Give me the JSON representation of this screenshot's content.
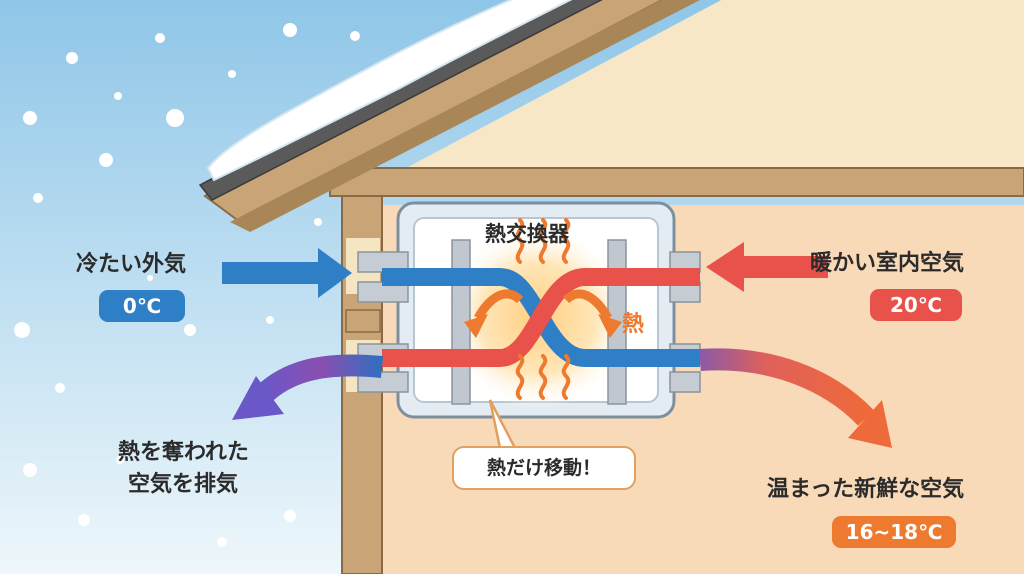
{
  "exchanger": {
    "title": "熱交換器",
    "heat_mark": "熱"
  },
  "outside_air": {
    "label": "冷たい外気",
    "temp": "0℃"
  },
  "indoor_air": {
    "label": "暖かい室内空気",
    "temp": "20℃"
  },
  "exhaust": {
    "line1": "熱を奪われた",
    "line2": "空気を排気"
  },
  "fresh_air": {
    "label": "温まった新鮮な空気",
    "temp": "16~18℃"
  },
  "bubble": {
    "text": "熱だけ移動！"
  },
  "colors": {
    "cold": "#2f7fc6",
    "warm": "#e8524a",
    "orange": "#ee7a2f",
    "wall": "#c9a477",
    "interior": "#f8d9b8"
  }
}
